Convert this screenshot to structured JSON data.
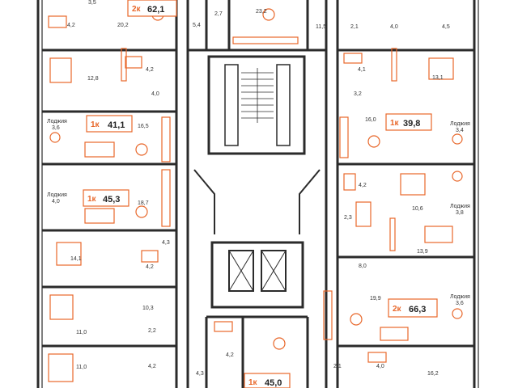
{
  "colors": {
    "wall": "#2b2b2b",
    "furniture": "#e8672a",
    "badge_border": "#e8672a",
    "background": "#ffffff"
  },
  "apartments": [
    {
      "id": "apt-top-left",
      "type": "2к",
      "area": "62,1"
    },
    {
      "id": "apt-left-1",
      "type": "1к",
      "area": "41,1"
    },
    {
      "id": "apt-left-2",
      "type": "1к",
      "area": "45,3"
    },
    {
      "id": "apt-right-1",
      "type": "1к",
      "area": "39,8"
    },
    {
      "id": "apt-right-2",
      "type": "2к",
      "area": "66,3"
    },
    {
      "id": "apt-bottom-center",
      "type": "1к",
      "area": "45,0"
    }
  ],
  "rooms": [
    "3,5",
    "4,2",
    "20,2",
    "5,4",
    "2,7",
    "23,2",
    "11,5",
    "2,1",
    "4,0",
    "4,5",
    "12,8",
    "4,2",
    "4,0",
    "16,5",
    "18,7",
    "4,3",
    "14,1",
    "4,2",
    "10,3",
    "11,0",
    "2,2",
    "4,2",
    "11,0",
    "4,3",
    "4,2",
    "13,1",
    "4,1",
    "3,2",
    "16,0",
    "4,2",
    "10,6",
    "2,3",
    "13,9",
    "8,0",
    "19,9",
    "2,1",
    "4,0",
    "16,2"
  ],
  "loggias": [
    {
      "label": "Лоджия",
      "area": "3,6"
    },
    {
      "label": "Лоджия",
      "area": "4,0"
    },
    {
      "label": "Лоджия",
      "area": "3,4"
    },
    {
      "label": "Лоджия",
      "area": "3,8"
    },
    {
      "label": "Лоджия",
      "area": "3,6"
    }
  ]
}
